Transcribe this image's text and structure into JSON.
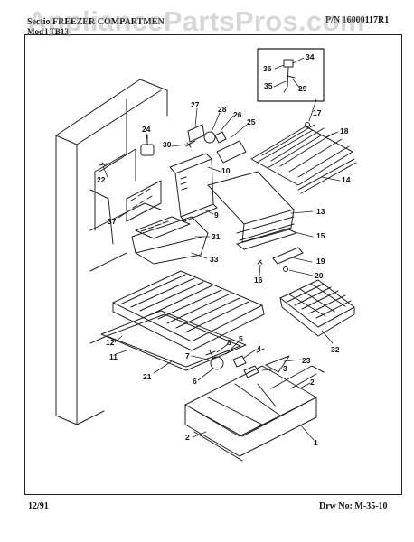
{
  "watermark": "AppliancePartsPros.com",
  "header": {
    "section_prefix": "Sectio",
    "section_name": "FREEZER COMPARTMEN",
    "part_number": "P/N 16000117R1",
    "model_line": "Mod l  TB13"
  },
  "footer": {
    "date": "12/91",
    "drawing_number": "Drw No: M-35-10"
  },
  "callouts": [
    "1",
    "2",
    "2",
    "3",
    "4",
    "5",
    "6",
    "7",
    "8",
    "9",
    "10",
    "11",
    "12",
    "13",
    "14",
    "15",
    "16",
    "17",
    "18",
    "19",
    "20",
    "21",
    "22",
    "23",
    "24",
    "25",
    "26",
    "27",
    "28",
    "29",
    "30",
    "31",
    "32",
    "33",
    "34",
    "35",
    "36",
    "37"
  ]
}
